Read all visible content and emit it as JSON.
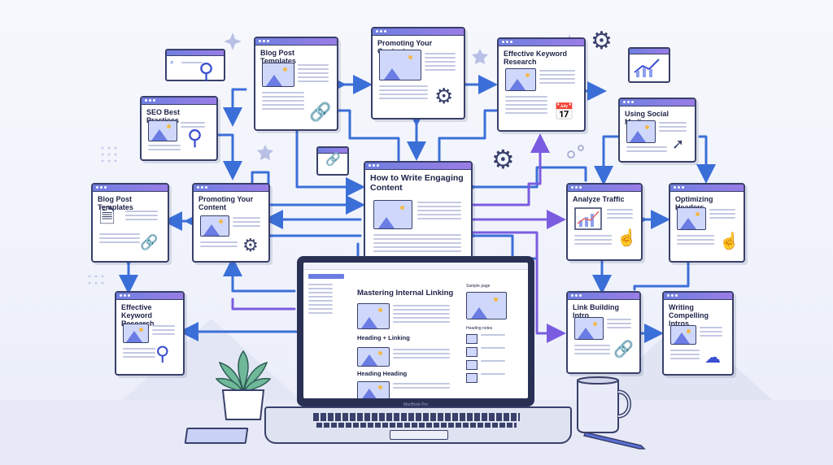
{
  "cards": {
    "blog_post_templates_top": "Blog Post Templates",
    "promoting_top": "Promoting Your Content",
    "effective_keyword_top": "Effective Keyword Research",
    "seo_best_practices": "SEO Best Practices",
    "using_social_media": "Using Social Media",
    "how_to_write": "How to Write Engaging Content",
    "blog_post_templates_left": "Blog Post Templates",
    "promoting_left": "Promoting Your Content",
    "analyze_traffic": "Analyze Traffic",
    "optimizing_headers": "Optimizing Headers",
    "effective_keyword_left": "Effective Keyword Research",
    "link_building_intro": "Link Building Intro",
    "writing_compelling_intros": "Writing Compelling Intros"
  },
  "laptop": {
    "page_title": "Mastering Internal Linking",
    "heading_1": "Heading + Linking",
    "heading_2": "Heading Heading",
    "sample_page": "Sample page",
    "heading_notes": "Heading notes",
    "brand": "MacBook Pro"
  },
  "colors": {
    "outline": "#39406a",
    "accent_blue": "#3b4fd0",
    "accent_purple": "#7b5ce0",
    "image_fill": "#cfd8fb"
  },
  "icons": [
    "search-icon",
    "link-icon",
    "gear-icon",
    "calendar-icon",
    "cursor-icon",
    "chart-icon",
    "hand-pointer-icon",
    "document-icon",
    "cloud-icon",
    "star-icon"
  ]
}
